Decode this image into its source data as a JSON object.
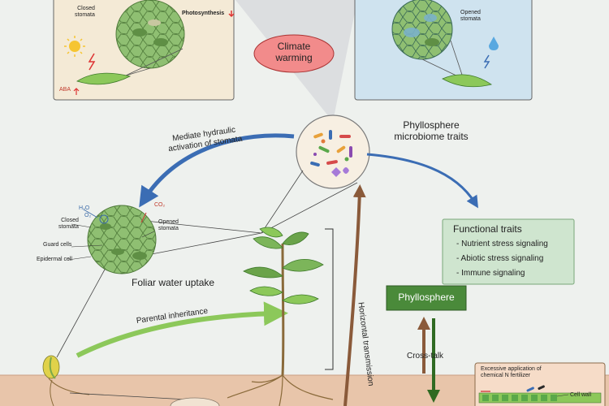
{
  "panels": {
    "dry": {
      "closed_stomata": "Closed\nstomata",
      "photosynthesis": "Photosynthesis",
      "aba": "ABA"
    },
    "wet": {
      "opened_stomata": "Opened\nstomata"
    }
  },
  "climate_warming": "Climate\nwarming",
  "phyllosphere_traits": "Phyllosphere\nmicrobiome traits",
  "mediate_hydraulic": "Mediate hydraulic\nactivation of stomata",
  "leaf_cell": {
    "h2o": "H₂O",
    "o2": "O₂",
    "co2": "CO₂",
    "closed_stomata": "Closed\nstomata",
    "opened_stomata": "Opened\nstomata",
    "guard_cells": "Guard cells",
    "epidermal_cell": "Epidermal cell"
  },
  "foliar_water_uptake": "Foliar water uptake",
  "parental_inheritance": "Parental inheritance",
  "horizontal_transmission": "Horizontal transmission",
  "functional_traits": {
    "title": "Functional traits",
    "items": [
      "- Nutrient stress signaling",
      "- Abiotic stress signaling",
      "- Immune signaling"
    ]
  },
  "phyllosphere": "Phyllosphere",
  "cross_talk": "Cross-talk",
  "excessive_n": "Excessive application of\nchemical N fertilizer",
  "cell_wall": "Cell wall",
  "colors": {
    "background": "#eef1ee",
    "soil": "#e8c5aa",
    "dry_panel": "#f4ead6",
    "wet_panel": "#cfe3ef",
    "circle_green": "#8fbf72",
    "climate_fill": "#f28b8b",
    "functional_box": "#cfe5cf",
    "phyllosphere_box": "#4a8a3a",
    "blue_arrow": "#3b6db4",
    "green_arrow": "#8cc85a",
    "brown_arrow": "#8a5a3a"
  }
}
